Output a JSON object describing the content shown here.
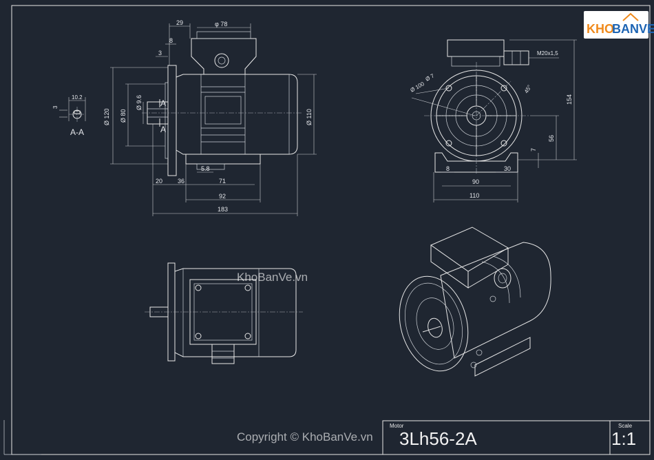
{
  "logo": {
    "text_part1": "KHO",
    "text_part2": "BANVE"
  },
  "watermark": {
    "site": "KhoBanVe.vn",
    "copyright": "Copyright © KhoBanVe.vn"
  },
  "section": {
    "label": "A-A",
    "dims": [
      "10.2",
      "3"
    ]
  },
  "cut_marker": "A",
  "front_view": {
    "dims": [
      "29",
      "φ 78",
      "8",
      "3",
      "Ø 120",
      "Ø 80",
      "Ø 9.6",
      "Ø 110",
      "5.8",
      "20",
      "36",
      "71",
      "92",
      "183"
    ]
  },
  "side_view": {
    "dims": [
      "Ø 7",
      "Ø 100",
      "45°",
      "M20x1,5",
      "154",
      "56",
      "7",
      "8",
      "30",
      "90",
      "110"
    ]
  },
  "title_block": {
    "field_label": "Motor",
    "model": "3Lh56-2A",
    "scale_label": "Scale",
    "scale": "1:1"
  },
  "colors": {
    "background": "#1f2631",
    "lines": "#e8e8e8",
    "logo_orange": "#f08a1c",
    "logo_blue": "#1d64b3"
  }
}
